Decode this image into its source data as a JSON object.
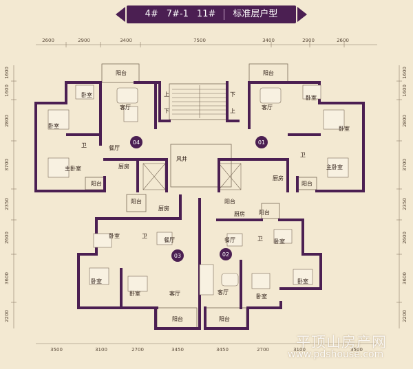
{
  "title": {
    "building_a": "4#",
    "building_b": "7#-1",
    "building_c": "11#",
    "label": "标准层户型"
  },
  "dims_top": [
    "2600",
    "2900",
    "3400",
    "7500",
    "3400",
    "2900",
    "2600"
  ],
  "dims_bottom": [
    "3500",
    "3100",
    "2700",
    "3450",
    "3450",
    "2700",
    "3100",
    "3500"
  ],
  "dims_left": [
    "1600",
    "1600",
    "2800",
    "3700",
    "2350",
    "2600",
    "3600",
    "2200"
  ],
  "dims_right": [
    "1600",
    "1600",
    "2800",
    "3700",
    "2350",
    "2600",
    "3600",
    "2200"
  ],
  "units": {
    "u01": "01",
    "u02": "02",
    "u03": "03",
    "u04": "04"
  },
  "rooms": {
    "balcony": "阳台",
    "bedroom": "卧室",
    "master_bedroom": "主卧室",
    "living": "客厅",
    "dining": "餐厅",
    "kitchen": "厨房",
    "toilet": "卫",
    "shaft": "风井",
    "stair_up": "上",
    "stair_down": "下"
  },
  "watermark": {
    "cn": "平顶山房产网",
    "url": "www.pdshouse.com"
  },
  "colors": {
    "background": "#f3e9d2",
    "wall": "#4b1f52",
    "accent": "#4b1f52"
  }
}
